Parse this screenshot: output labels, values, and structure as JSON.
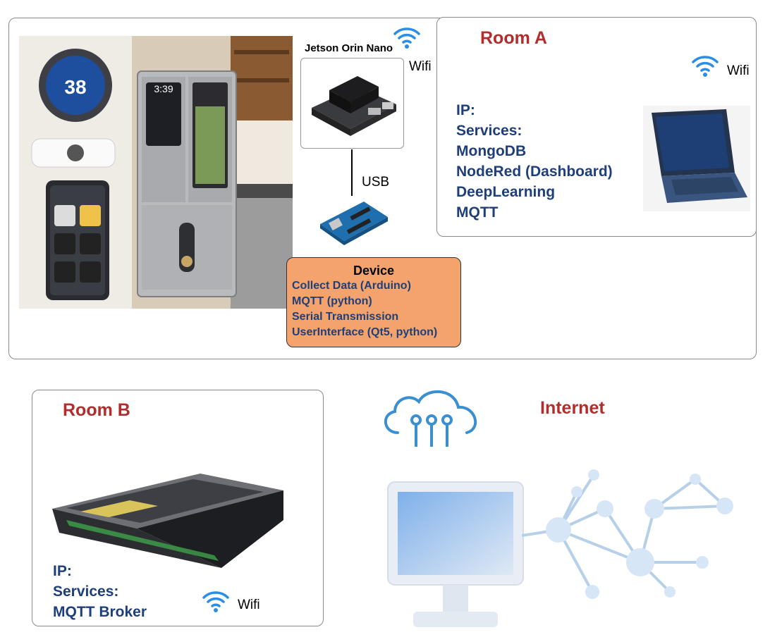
{
  "room_a": {
    "title": "Room A",
    "wifi_label": "Wifi",
    "ip_label": "IP:",
    "services_label": "Services:",
    "services": [
      "MongoDB",
      "NodeRed (Dashboard)",
      "DeepLearning",
      "MQTT"
    ]
  },
  "jetson": {
    "name": "Jetson Orin Nano",
    "wifi_label": "Wifi",
    "link_label": "USB"
  },
  "device": {
    "title": "Device",
    "items": [
      "Collect Data (Arduino)",
      "MQTT (python)",
      "Serial Transmission",
      "UserInterface (Qt5, python)"
    ]
  },
  "room_b": {
    "title": "Room B",
    "ip_label": "IP:",
    "services_label": "Services:",
    "services": [
      "MQTT Broker"
    ],
    "wifi_label": "Wifi"
  },
  "internet": {
    "title": "Internet"
  },
  "colors": {
    "title_red": "#b22d2b",
    "service_blue": "#1f3f7a",
    "device_orange": "#f3a36b",
    "wifi_blue": "#2a8ee8"
  },
  "icons": [
    "smart-home-photo",
    "jetson-board-image",
    "arduino-board-image",
    "laptop-image",
    "rack-server-image",
    "cloud-icon",
    "monitor-icon",
    "network-graph-icon",
    "wifi-icon"
  ]
}
